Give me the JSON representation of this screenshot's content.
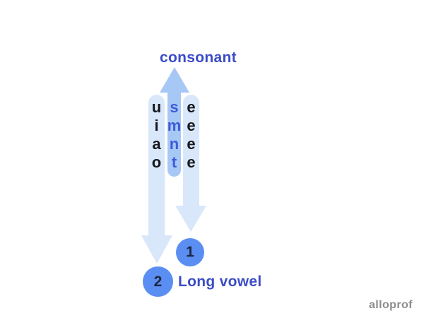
{
  "title": "consonant",
  "result_label": "Long vowel",
  "watermark": "alloprof",
  "columns": {
    "vowels": [
      "u",
      "i",
      "a",
      "o"
    ],
    "consonants": [
      "s",
      "m",
      "n",
      "t"
    ],
    "silent_e": [
      "e",
      "e",
      "e",
      "e"
    ]
  },
  "markers": {
    "first": "1",
    "second": "2"
  },
  "colors": {
    "down_arrow_light_blue": "#d9e7fb",
    "up_arrow_medium_blue": "#a7c8f5",
    "consonant_letters": "#3e5bd8",
    "heading_text": "#3b4cc6",
    "badge_fill": "#5a8ef2",
    "badge_number": "#1c2742",
    "vowel_letters": "#17171c",
    "watermark_gray": "#8c8c8c",
    "background": "#ffffff"
  }
}
